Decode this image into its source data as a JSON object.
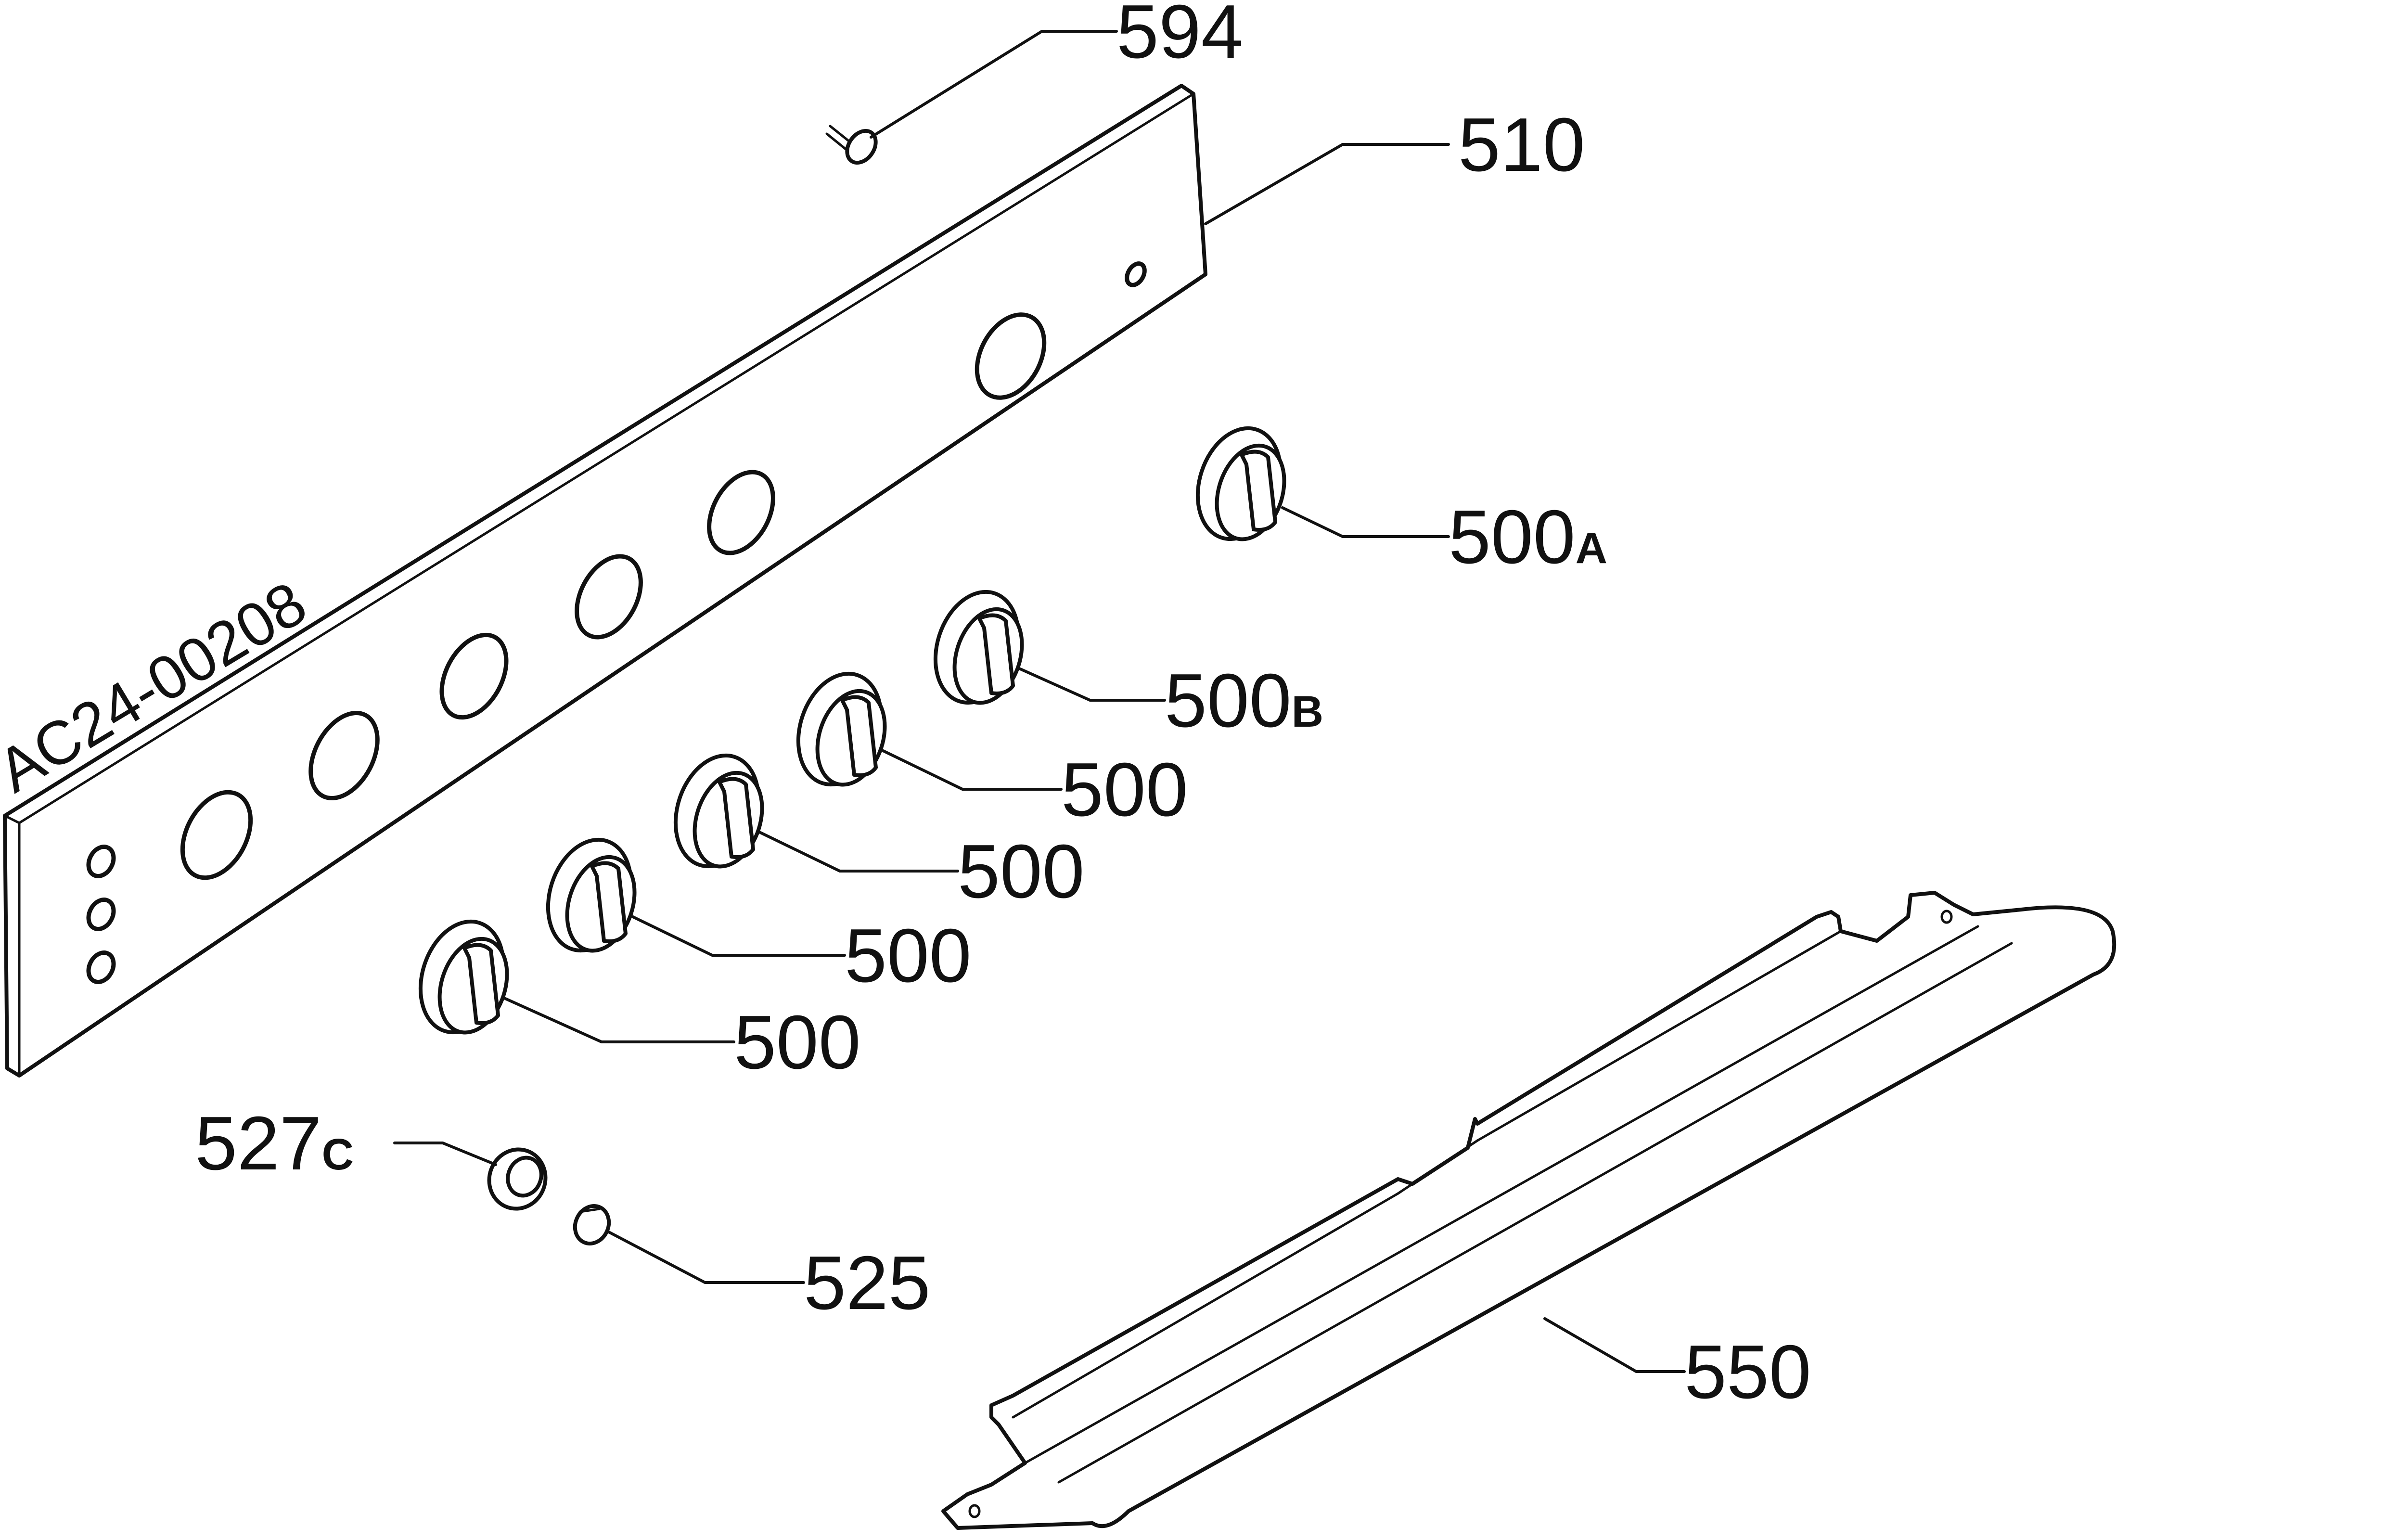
{
  "drawing_code": "AC24-00208",
  "callouts": {
    "screw": "594",
    "panel": "510",
    "knob_a": {
      "number": "500",
      "suffix": "A"
    },
    "knob_b": {
      "number": "500",
      "suffix": "B"
    },
    "knob_1": "500",
    "knob_2": "500",
    "knob_3": "500",
    "knob_4": "500",
    "bezel": {
      "number": "527",
      "suffix": "C"
    },
    "spring": "525",
    "handle": "550"
  }
}
